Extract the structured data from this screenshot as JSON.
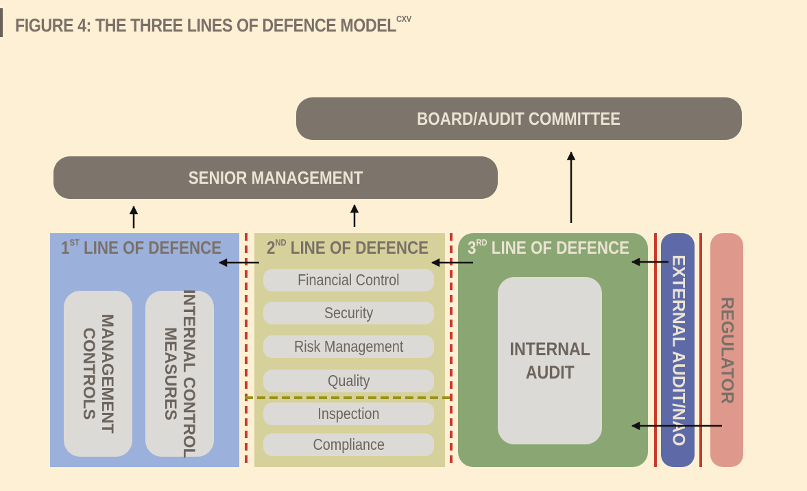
{
  "figure": {
    "title": "FIGURE 4: THE THREE LINES OF DEFENCE MODEL",
    "title_sup": "CXV"
  },
  "board": {
    "label": "BOARD/AUDIT COMMITTEE"
  },
  "senior": {
    "label": "SENIOR MANAGEMENT"
  },
  "line1": {
    "prefix": "1",
    "sup": "ST",
    "suffix": " LINE OF DEFENCE",
    "boxes": [
      {
        "lines": [
          "MANAGEMENT",
          "CONTROLS"
        ]
      },
      {
        "lines": [
          "INTERNAL CONTROL",
          "MEASURES"
        ]
      }
    ]
  },
  "line2": {
    "prefix": "2",
    "sup": "ND",
    "suffix": " LINE OF DEFENCE",
    "items": [
      "Financial Control",
      "Security",
      "Risk Management",
      "Quality",
      "Inspection",
      "Compliance"
    ]
  },
  "line3": {
    "prefix": "3",
    "sup": "RD",
    "suffix": " LINE OF DEFENCE",
    "box": {
      "line1": "INTERNAL",
      "line2": "AUDIT"
    }
  },
  "external": {
    "label": "EXTERNAL AUDIT/NAO"
  },
  "regulator": {
    "label": "REGULATOR"
  },
  "colors": {
    "background": "#fdf0d4",
    "header_pill": "#7d746b",
    "line1": "#9bb0da",
    "line2": "#d6d19a",
    "line3": "#8aa773",
    "external": "#5d6aa7",
    "regulator": "#df998c",
    "separator_red": "#c9392a",
    "separator_olive": "#99921a"
  }
}
